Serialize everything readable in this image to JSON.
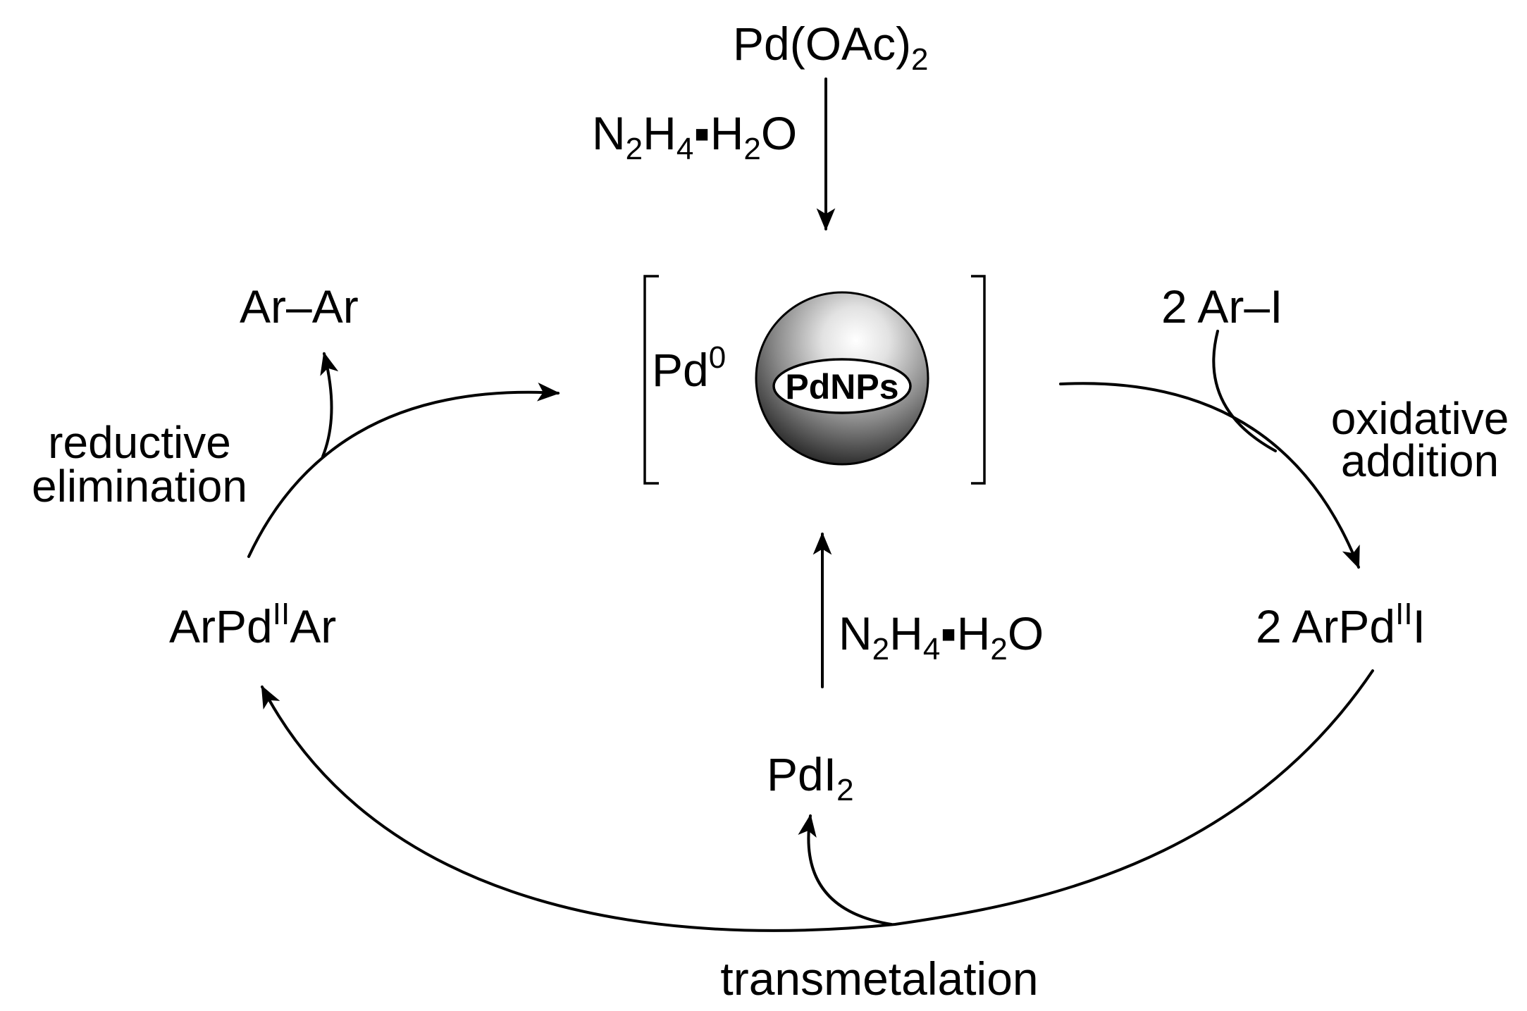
{
  "species": {
    "precursor": "Pd(OAc)",
    "precursor_sub": "2",
    "reductant_top": {
      "a": "N",
      "a_sub": "2",
      "b": "H",
      "b_sub": "4",
      "dot": "▪",
      "c": "H",
      "c_sub": "2",
      "d": "O"
    },
    "reductant_mid": {
      "a": "N",
      "a_sub": "2",
      "b": "H",
      "b_sub": "4",
      "dot": "▪",
      "c": "H",
      "c_sub": "2",
      "d": "O"
    },
    "pd0": "Pd",
    "pd0_sup": "0",
    "nanoparticle": "PdNPs",
    "biaryl": "Ar–Ar",
    "aryl_iodide": "2 Ar–I",
    "arpdar": {
      "a": "ArPd",
      "sup": "II",
      "b": "Ar"
    },
    "arpdi": {
      "a": "2 ArPd",
      "sup": "II",
      "b": "I"
    },
    "pdi2": "PdI",
    "pdi2_sub": "2"
  },
  "steps": {
    "reductive_line1": "reductive",
    "reductive_line2": "elimination",
    "oxidative_line1": "oxidative",
    "oxidative_line2": "addition",
    "transmetalation": "transmetalation"
  }
}
